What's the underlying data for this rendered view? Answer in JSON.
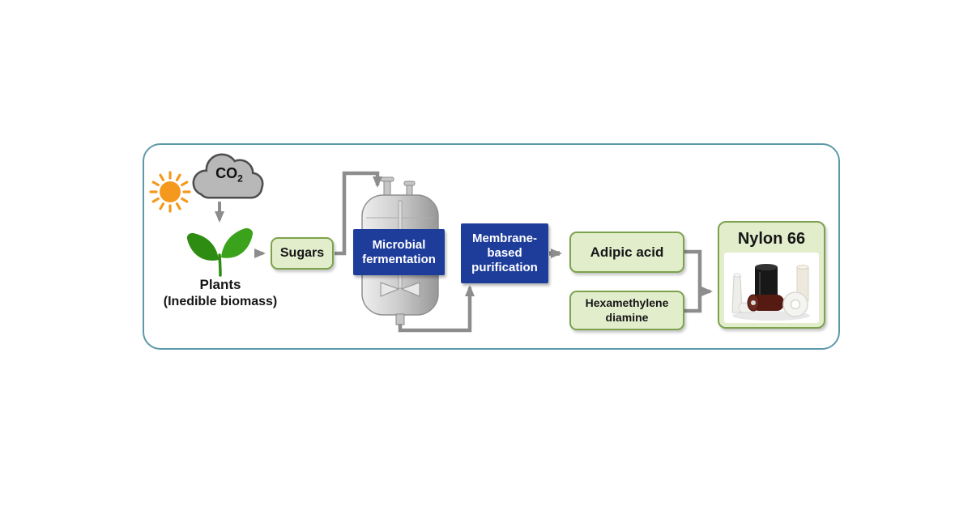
{
  "diagram": {
    "co2_label": {
      "main": "CO",
      "sub": "2"
    },
    "plants_label": {
      "line1": "Plants",
      "line2": "(Inedible biomass)"
    },
    "sugars_label": "Sugars",
    "fermentation_label": {
      "line1": "Microbial",
      "line2": "fermentation"
    },
    "membrane_label": {
      "line1": "Membrane-",
      "line2": "based",
      "line3": "purification"
    },
    "adipic_label": "Adipic acid",
    "hexamethylene_label": {
      "line1": "Hexamethylene",
      "line2": "diamine"
    },
    "nylon_label": "Nylon 66"
  },
  "icons": {
    "sun": "sun-icon",
    "co2_cloud": "cloud-icon",
    "plant": "seedling-icon",
    "fermenter": "bioreactor-vessel-icon",
    "nylon_products": "nylon-spools-image"
  },
  "colors": {
    "frame_border": "#5c9aa9",
    "green_bg": "#e2edcc",
    "green_border": "#7ca24d",
    "blue_bg": "#1e3d9b",
    "arrow_gray": "#8d8d8d",
    "sun_orange": "#f5991e",
    "cloud_fill": "#b8b8b8",
    "cloud_stroke": "#4d4d4d",
    "leaf_dark": "#2e8c13",
    "leaf_light": "#3aa31b",
    "text_dark": "#161616"
  }
}
